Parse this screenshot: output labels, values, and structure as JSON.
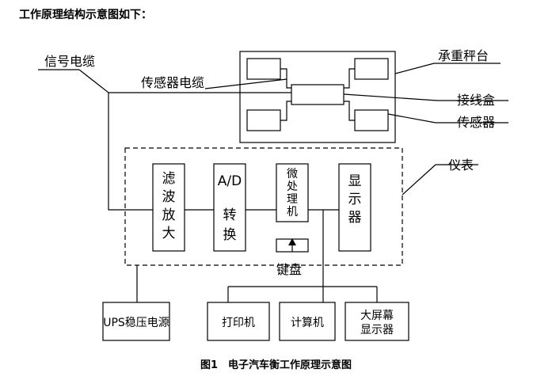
{
  "heading": "工作原理结构示意图如下：",
  "caption": "图1　电子汽车衡工作原理示意图",
  "labels": {
    "signal_cable": "信号电缆",
    "sensor_cable": "传感器电缆",
    "platform": "承重秤台",
    "junction_box": "接线盒",
    "sensor": "传感器",
    "instrument": "仪表",
    "keyboard": "键盘"
  },
  "blocks": {
    "filter": [
      "滤",
      "波",
      "放",
      "大"
    ],
    "ad_top": "A/D",
    "ad_bottom": [
      "转",
      "换"
    ],
    "mcu": [
      "微",
      "处",
      "理",
      "机"
    ],
    "display": [
      "显",
      "示",
      "器"
    ]
  },
  "peripherals": {
    "ups": "UPS稳压电源",
    "printer": "打印机",
    "computer": "计算机",
    "big_screen": [
      "大屏幕",
      "显示器"
    ]
  }
}
